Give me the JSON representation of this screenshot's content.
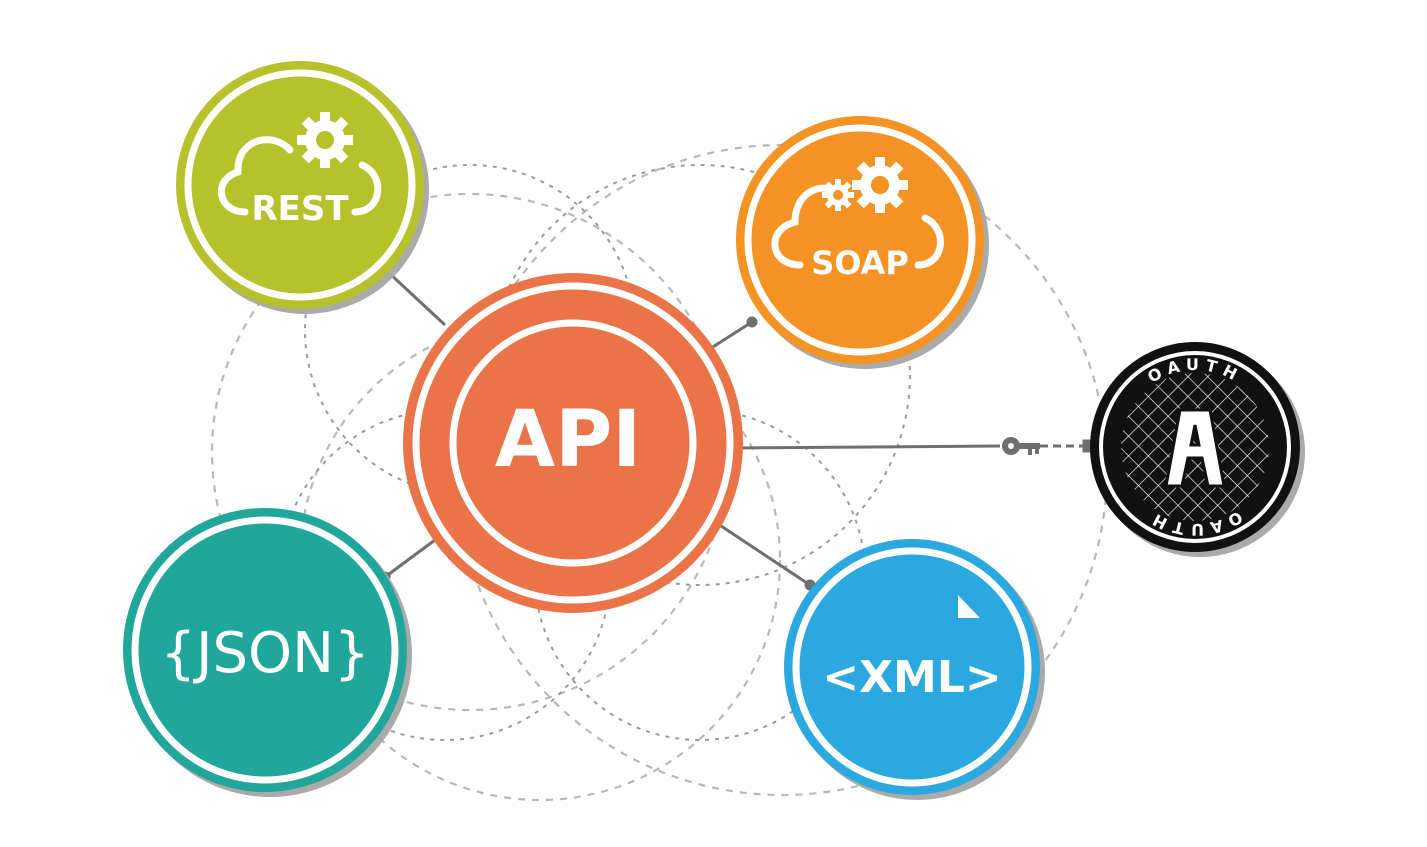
{
  "diagram": {
    "center": {
      "label": "API",
      "color": "#ea7447"
    },
    "nodes": [
      {
        "id": "rest",
        "label": "REST",
        "color": "#b5c22b",
        "icon": "cloud-gear-icon"
      },
      {
        "id": "soap",
        "label": "SOAP",
        "color": "#f49223",
        "icon": "cloud-gears-icon"
      },
      {
        "id": "json",
        "label": "{JSON}",
        "color": "#21a69b",
        "icon": "none"
      },
      {
        "id": "xml",
        "label": "<XML>",
        "color": "#2ca8e0",
        "icon": "document-corner-icon"
      }
    ],
    "oauth": {
      "ring_text_top": "OAUTH",
      "ring_text_bottom": "OAUTH",
      "letter": "A",
      "color": "#111111",
      "key_icon": "key-icon"
    }
  }
}
